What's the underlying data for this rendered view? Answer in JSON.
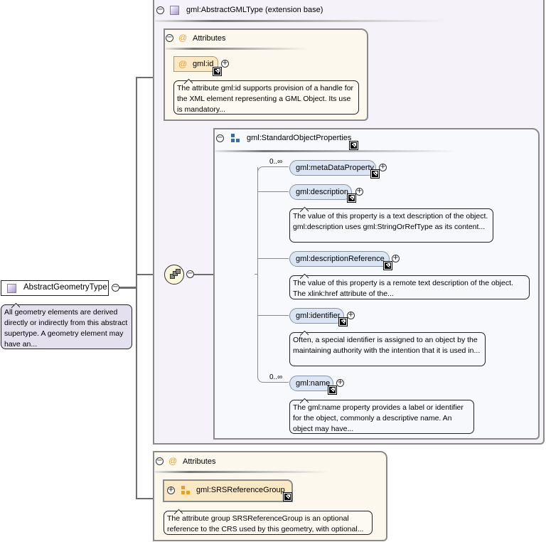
{
  "root": {
    "name": "AbstractGeometryType",
    "icon": "complex-type-icon",
    "annotation": "All geometry elements are derived directly or indirectly from this abstract supertype. A geometry element may have an..."
  },
  "extension": {
    "title": "gml:AbstractGMLType (extension base)",
    "icon": "complex-type-icon",
    "attributes": {
      "title": "Attributes",
      "items": [
        {
          "name": "gml:id",
          "annotation": "The attribute gml:id supports provision of a handle for the XML element representing a GML Object. Its use is mandatory..."
        }
      ]
    },
    "group": {
      "title": "gml:StandardObjectProperties",
      "icon": "group-icon",
      "elements": [
        {
          "name": "gml:metaDataProperty",
          "cardinality": "0..∞",
          "annotation": ""
        },
        {
          "name": "gml:description",
          "cardinality": "",
          "annotation": "The value of this property is a text description of the object. gml:description uses gml:StringOrRefType as its content..."
        },
        {
          "name": "gml:descriptionReference",
          "cardinality": "",
          "annotation": "The value of this property is a remote text description of the object. The xlink:href attribute of the..."
        },
        {
          "name": "gml:identifier",
          "cardinality": "",
          "annotation": "Often, a special identifier is assigned to an object by the maintaining authority with the intention that it is used in..."
        },
        {
          "name": "gml:name",
          "cardinality": "0..∞",
          "annotation": "The gml:name property provides a label or identifier for the object, commonly a descriptive name. An object may have..."
        }
      ]
    }
  },
  "attributes": {
    "title": "Attributes",
    "group": {
      "name": "gml:SRSReferenceGroup",
      "annotation": "The attribute group SRSReferenceGroup is an optional reference to the CRS used by this geometry, with optional..."
    }
  },
  "colors": {
    "element_fill": "#dbe5f4",
    "attribute_fill": "#fdf3e0",
    "attribute_icon": "#e8a030",
    "group_icon": "#2f6fb4",
    "complex_type": "#b9aed6",
    "container_bg": "#f5f3f9"
  }
}
